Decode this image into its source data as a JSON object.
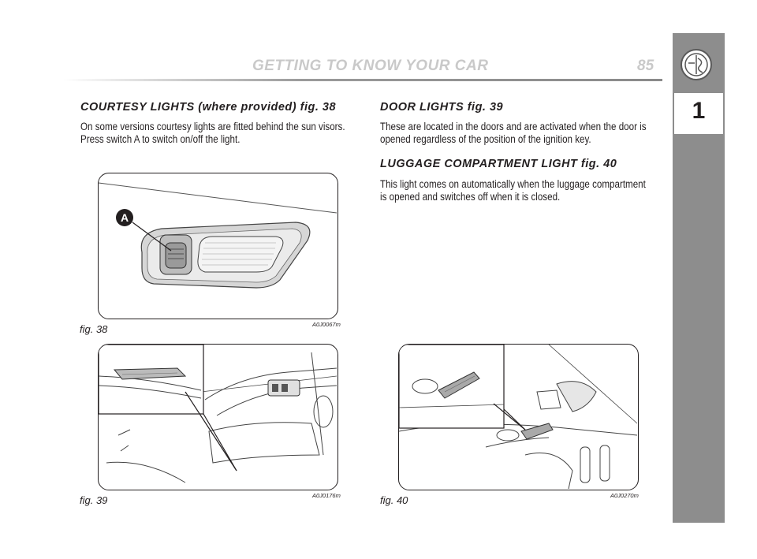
{
  "header": {
    "title": "GETTING TO KNOW YOUR CAR",
    "page_number": "85"
  },
  "sidebar": {
    "chapter": "1",
    "logo_icon": "alfa-romeo-logo-icon"
  },
  "colors": {
    "sidebar": "#8d8d8d",
    "header_text": "#c9c9c9",
    "text": "#231f20"
  },
  "sections": {
    "courtesy": {
      "heading": "COURTESY LIGHTS (where provided) fig. 38",
      "line1": "On some versions courtesy lights are fitted behind the sun visors.",
      "line2": "Press switch A to switch on/off the light."
    },
    "door": {
      "heading": "DOOR LIGHTS fig. 39",
      "line1": "These are located in the doors and are activated when the door is",
      "line2": "opened regardless of the position of the ignition key."
    },
    "luggage": {
      "heading": "LUGGAGE COMPARTMENT LIGHT fig. 40",
      "line1": "This light comes on automatically when the luggage compartment",
      "line2": "is opened and switches off when it is closed."
    }
  },
  "figures": {
    "fig38": {
      "label": "fig. 38",
      "code": "A0J0067m",
      "callout": "A"
    },
    "fig39": {
      "label": "fig. 39",
      "code": "A0J0176m"
    },
    "fig40": {
      "label": "fig. 40",
      "code": "A0J0270m"
    }
  }
}
